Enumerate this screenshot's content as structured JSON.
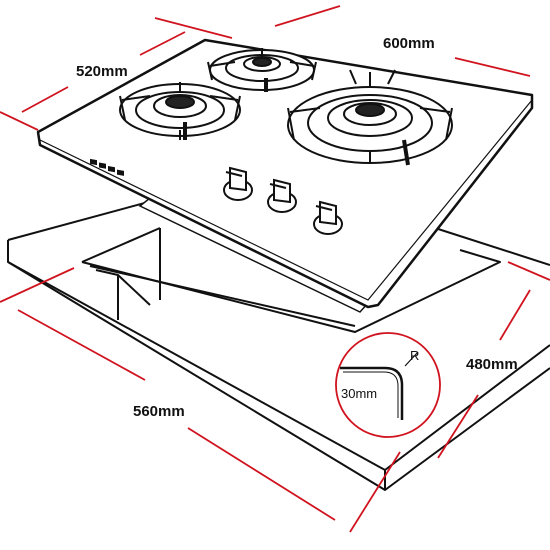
{
  "dimensions": {
    "hob_depth": "520mm",
    "hob_width": "600mm",
    "cutout_width": "560mm",
    "cutout_depth": "480mm",
    "corner_radius_label": "R",
    "corner_size": "30mm"
  },
  "colors": {
    "dimension_line": "#d0141f",
    "outline": "#111111",
    "label": "#111111"
  }
}
